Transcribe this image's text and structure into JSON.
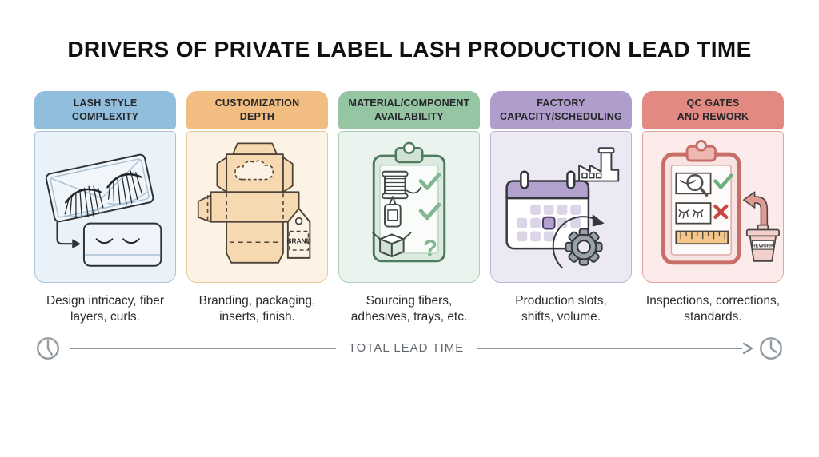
{
  "title": "DRIVERS OF PRIVATE LABEL LASH PRODUCTION LEAD TIME",
  "cards": [
    {
      "header_lines": [
        "LASH STYLE",
        "COMPLEXITY"
      ],
      "caption_lines": [
        "Design intricacy, fiber",
        "layers, curls."
      ],
      "icon": "lash-tray-icon",
      "colors": {
        "header": "#92bedd",
        "body": "#eaf2f9",
        "border": "#a9c4da"
      }
    },
    {
      "header_lines": [
        "CUSTOMIZATION",
        "DEPTH"
      ],
      "caption_lines": [
        "Branding, packaging,",
        "inserts, finish."
      ],
      "icon": "packaging-dieline-icon",
      "colors": {
        "header": "#f2bd81",
        "body": "#fdf3e4",
        "border": "#e9c79c"
      }
    },
    {
      "header_lines": [
        "MATERIAL/COMPONENT",
        "AVAILABILITY"
      ],
      "caption_lines": [
        "Sourcing fibers,",
        "adhesives, trays, etc."
      ],
      "icon": "sourcing-checklist-icon",
      "colors": {
        "header": "#95c5a3",
        "body": "#eaf3ed",
        "border": "#aecfb8"
      }
    },
    {
      "header_lines": [
        "FACTORY",
        "CAPACITY/SCHEDULING"
      ],
      "caption_lines": [
        "Production slots,",
        "shifts, volume."
      ],
      "icon": "factory-calendar-icon",
      "colors": {
        "header": "#b09dcc",
        "body": "#ece8f4",
        "border": "#c0b2d6"
      }
    },
    {
      "header_lines": [
        "QC GATES",
        "AND REWORK"
      ],
      "caption_lines": [
        "Inspections, corrections,",
        "standards."
      ],
      "icon": "qc-clipboard-icon",
      "colors": {
        "header": "#e28a82",
        "body": "#fbeceb",
        "border": "#e3a49e"
      }
    }
  ],
  "illustration_labels": {
    "brand_tag": "BRAND",
    "rework_bin": "REWORK"
  },
  "timeline": {
    "label": "TOTAL LEAD TIME",
    "start_icon": "clock-icon",
    "end_icon": "clock-icon",
    "line_color": "#8d959b",
    "label_color": "#62686d"
  }
}
